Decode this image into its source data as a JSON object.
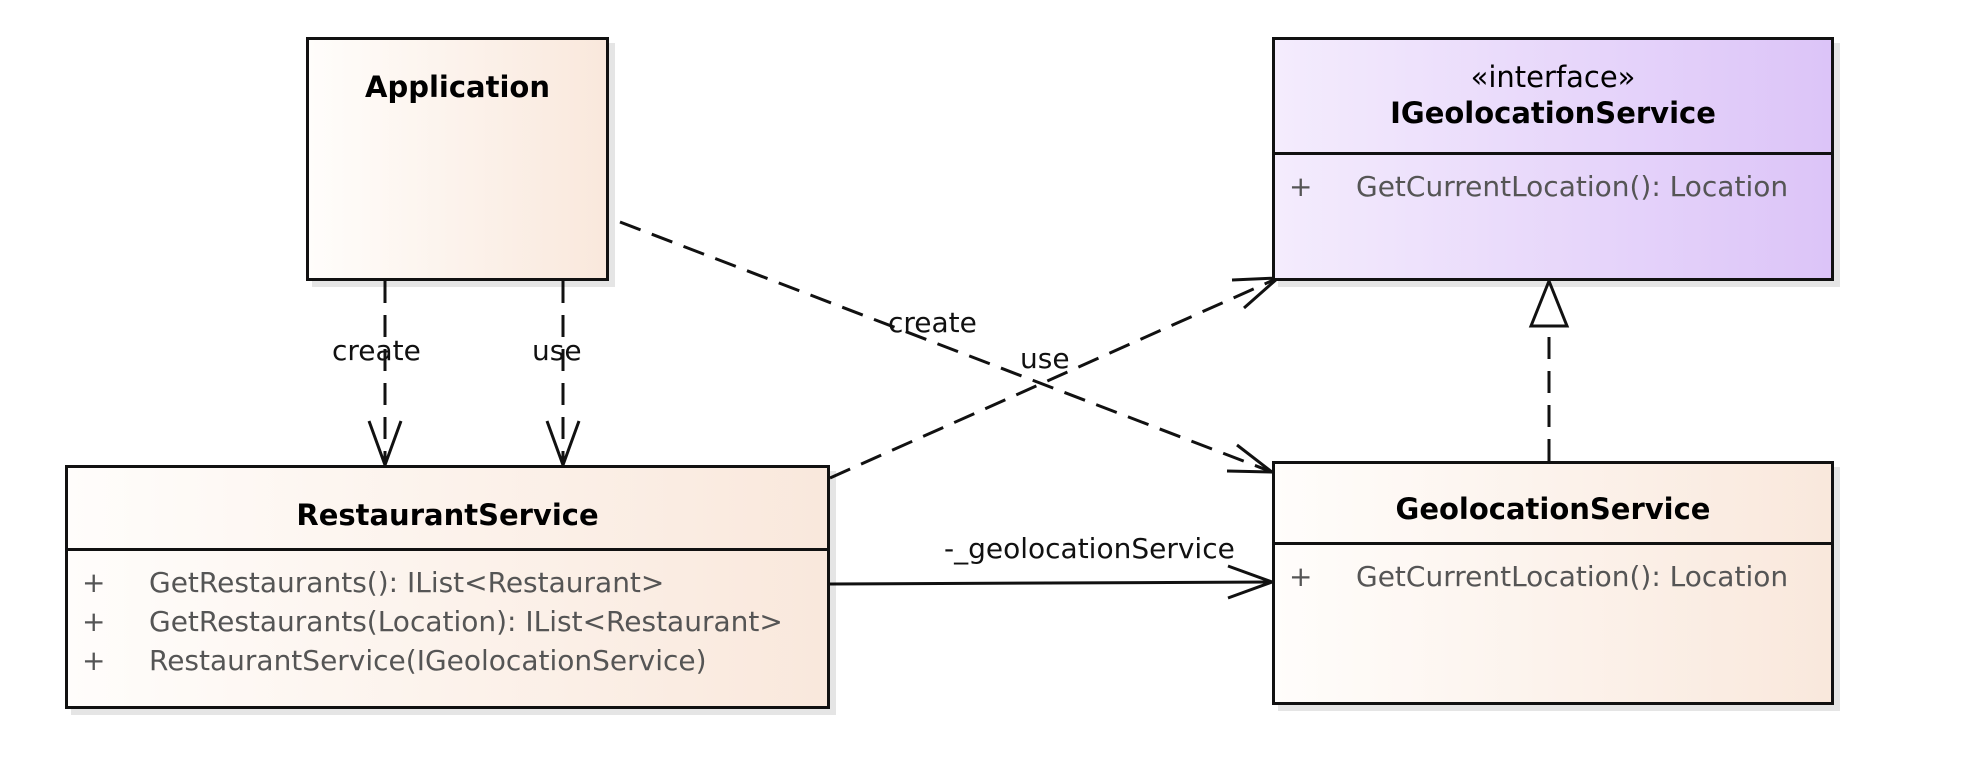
{
  "classes": {
    "application": {
      "name": "Application"
    },
    "igeolocation": {
      "stereotype": "«interface»",
      "name": "IGeolocationService",
      "operations": [
        {
          "vis": "+",
          "sig": "GetCurrentLocation(): Location"
        }
      ]
    },
    "restaurant": {
      "name": "RestaurantService",
      "operations": [
        {
          "vis": "+",
          "sig": "GetRestaurants(): IList<Restaurant>"
        },
        {
          "vis": "+",
          "sig": "GetRestaurants(Location): IList<Restaurant>"
        },
        {
          "vis": "+",
          "sig": "RestaurantService(IGeolocationService)"
        }
      ]
    },
    "geolocation": {
      "name": "GeolocationService",
      "operations": [
        {
          "vis": "+",
          "sig": "GetCurrentLocation(): Location"
        }
      ]
    }
  },
  "relations": {
    "app_create_restaurant": "create",
    "app_use_restaurant": "use",
    "app_create_geolocation": "create",
    "restaurant_use_igeolocation": "use",
    "restaurant_assoc_geolocation": "-_geolocationService"
  },
  "colors": {
    "class_fill_start": "#fffdfb",
    "class_fill_end": "#f9e8dc",
    "interface_fill_start": "#f4ecfd",
    "interface_fill_end": "#dcc4f8",
    "line": "#111111"
  }
}
